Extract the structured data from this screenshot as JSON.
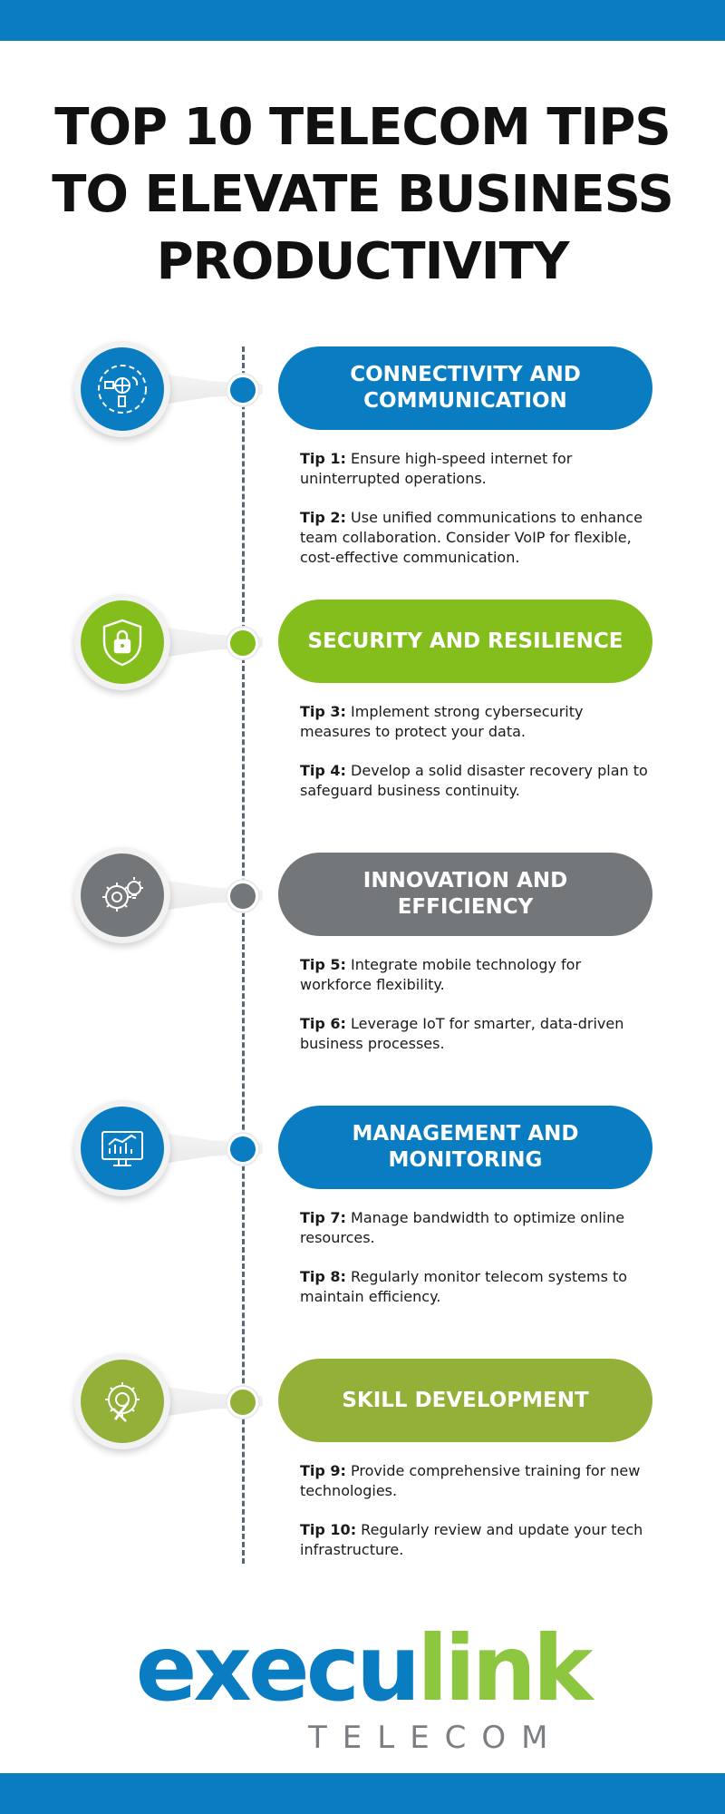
{
  "title": "TOP 10 TELECOM TIPS TO ELEVATE BUSINESS PRODUCTIVITY",
  "colors": {
    "blue": "#0a7dc2",
    "green": "#84be1c",
    "gray": "#747779",
    "olive": "#93b039"
  },
  "sections": [
    {
      "heading": "CONNECTIVITY AND COMMUNICATION",
      "icon": "communication-network-icon",
      "tips": [
        {
          "label": "Tip 1:",
          "text": " Ensure high-speed internet for uninterrupted operations."
        },
        {
          "label": "Tip 2:",
          "text": " Use unified communications to enhance team collaboration. Consider VoIP for flexible, cost-effective communication."
        }
      ]
    },
    {
      "heading": "SECURITY AND RESILIENCE",
      "icon": "shield-lock-icon",
      "tips": [
        {
          "label": "Tip 3:",
          "text": " Implement strong cybersecurity measures to protect your data."
        },
        {
          "label": "Tip 4:",
          "text": " Develop a solid disaster recovery plan to safeguard business continuity."
        }
      ]
    },
    {
      "heading": "INNOVATION AND EFFICIENCY",
      "icon": "gear-lightbulb-icon",
      "tips": [
        {
          "label": "Tip 5:",
          "text": " Integrate mobile technology for workforce flexibility."
        },
        {
          "label": "Tip 6:",
          "text": " Leverage IoT for smarter, data-driven business processes."
        }
      ]
    },
    {
      "heading": "MANAGEMENT AND MONITORING",
      "icon": "monitor-chart-icon",
      "tips": [
        {
          "label": "Tip 7:",
          "text": " Manage bandwidth to optimize online resources."
        },
        {
          "label": "Tip 8:",
          "text": " Regularly monitor telecom systems to maintain efficiency."
        }
      ]
    },
    {
      "heading": "SKILL DEVELOPMENT",
      "icon": "gear-tools-icon",
      "tips": [
        {
          "label": "Tip 9:",
          "text": " Provide comprehensive training for new technologies."
        },
        {
          "label": "Tip 10:",
          "text": " Regularly review and update your tech infrastructure."
        }
      ]
    }
  ],
  "logo": {
    "part1": "execu",
    "part2": "link",
    "sub": "TELECOM"
  }
}
